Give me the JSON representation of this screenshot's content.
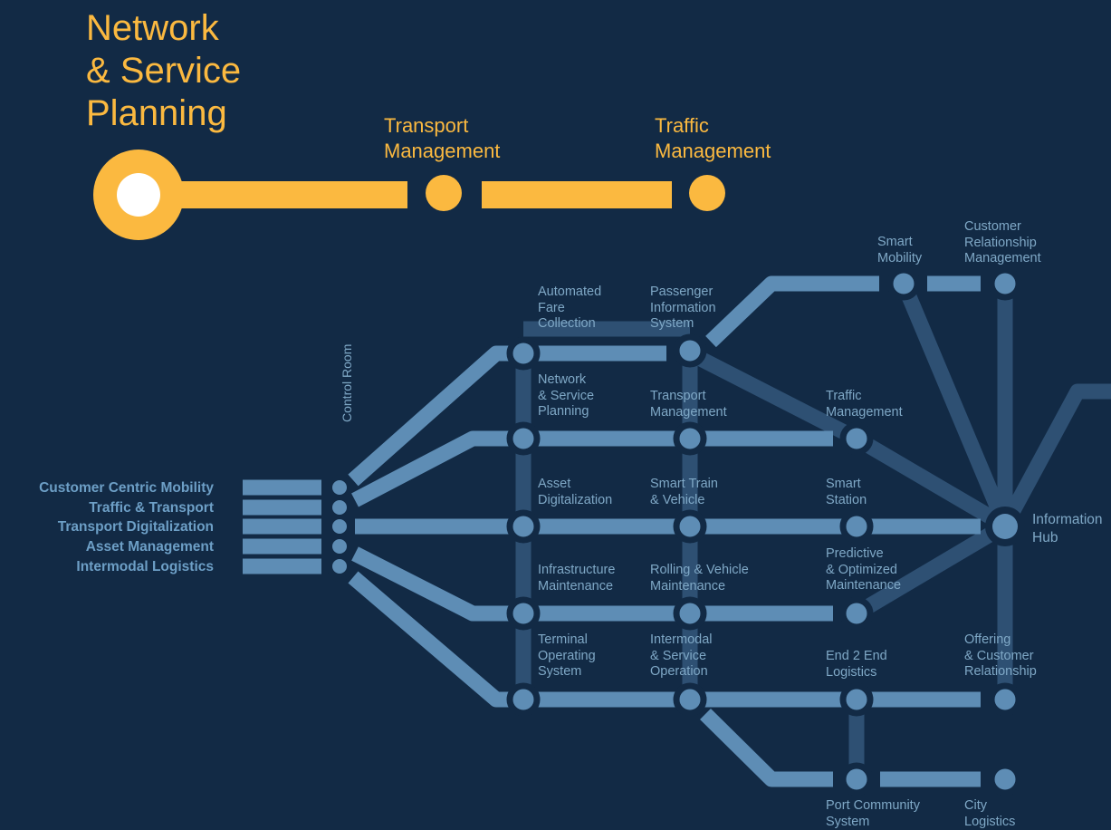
{
  "title": "Network\n& Service\nPlanning",
  "top_labels": {
    "transport": "Transport\nManagement",
    "traffic": "Traffic\nManagement"
  },
  "inputs": [
    "Customer Centric Mobility",
    "Traffic & Transport",
    "Transport Digitalization",
    "Asset Management",
    "Intermodal Logistics"
  ],
  "control_room": "Control Room",
  "information_hub": "Information\nHub",
  "stations": {
    "automated_fare": "Automated\nFare\nCollection",
    "passenger_info": "Passenger\nInformation\nSystem",
    "smart_mobility": "Smart\nMobility",
    "crm": "Customer\nRelationship\nManagement",
    "network_planning": "Network\n& Service\nPlanning",
    "transport_mgmt": "Transport\nManagement",
    "traffic_mgmt": "Traffic\nManagement",
    "asset_digital": "Asset\nDigitalization",
    "smart_train": "Smart Train\n& Vehicle",
    "smart_station": "Smart\nStation",
    "infra_maint": "Infrastructure\nMaintenance",
    "rolling_maint": "Rolling & Vehicle\nMaintenance",
    "predictive_maint": "Predictive\n& Optimized\nMaintenance",
    "terminal_os": "Terminal\nOperating\nSystem",
    "intermodal": "Intermodal\n& Service\nOperation",
    "end2end": "End 2 End\nLogistics",
    "offering": "Offering\n& Customer\nRelationship",
    "port_community": "Port Community\nSystem",
    "city_logistics": "City\nLogistics"
  },
  "colors": {
    "background": "#122a45",
    "accent_yellow": "#fbb940",
    "line_blue": "#5e8db5",
    "line_faded": "#2e5073",
    "label_blue": "#7fa8c6"
  }
}
